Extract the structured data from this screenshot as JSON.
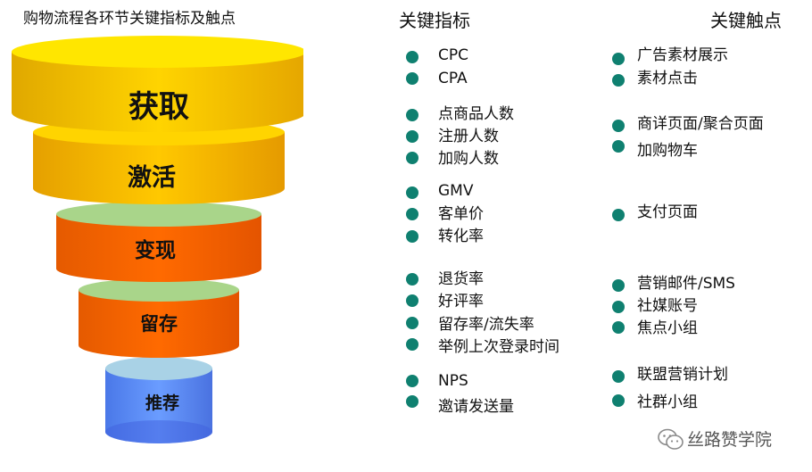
{
  "title": "购物流程各环节关键指标及触点",
  "headers": {
    "metrics": "关键指标",
    "touchpoints": "关键触点"
  },
  "stages": [
    {
      "label": "获取",
      "color": "#FFD500"
    },
    {
      "label": "激活",
      "color": "#FFCC00"
    },
    {
      "label": "变现",
      "color": "#FF6A00"
    },
    {
      "label": "留存",
      "color": "#FF6A00"
    },
    {
      "label": "推荐",
      "color": "#5B8FF9"
    }
  ],
  "metrics": [
    "CPC",
    "CPA",
    "点商品人数",
    "注册人数",
    "加购人数",
    "GMV",
    "客单价",
    "转化率",
    "退货率",
    "好评率",
    "留存率/流失率",
    "举例上次登录时间",
    "NPS",
    "邀请发送量"
  ],
  "touchpoints": [
    "广告素材展示",
    "素材点击",
    "商详页面/聚合页面",
    "加购物车",
    "支付页面",
    "营销邮件/SMS",
    "社媒账号",
    "焦点小组",
    "联盟营销计划",
    "社群小组"
  ],
  "watermark": "丝路赞学院",
  "colors": {
    "bullet": "#0f8070"
  }
}
